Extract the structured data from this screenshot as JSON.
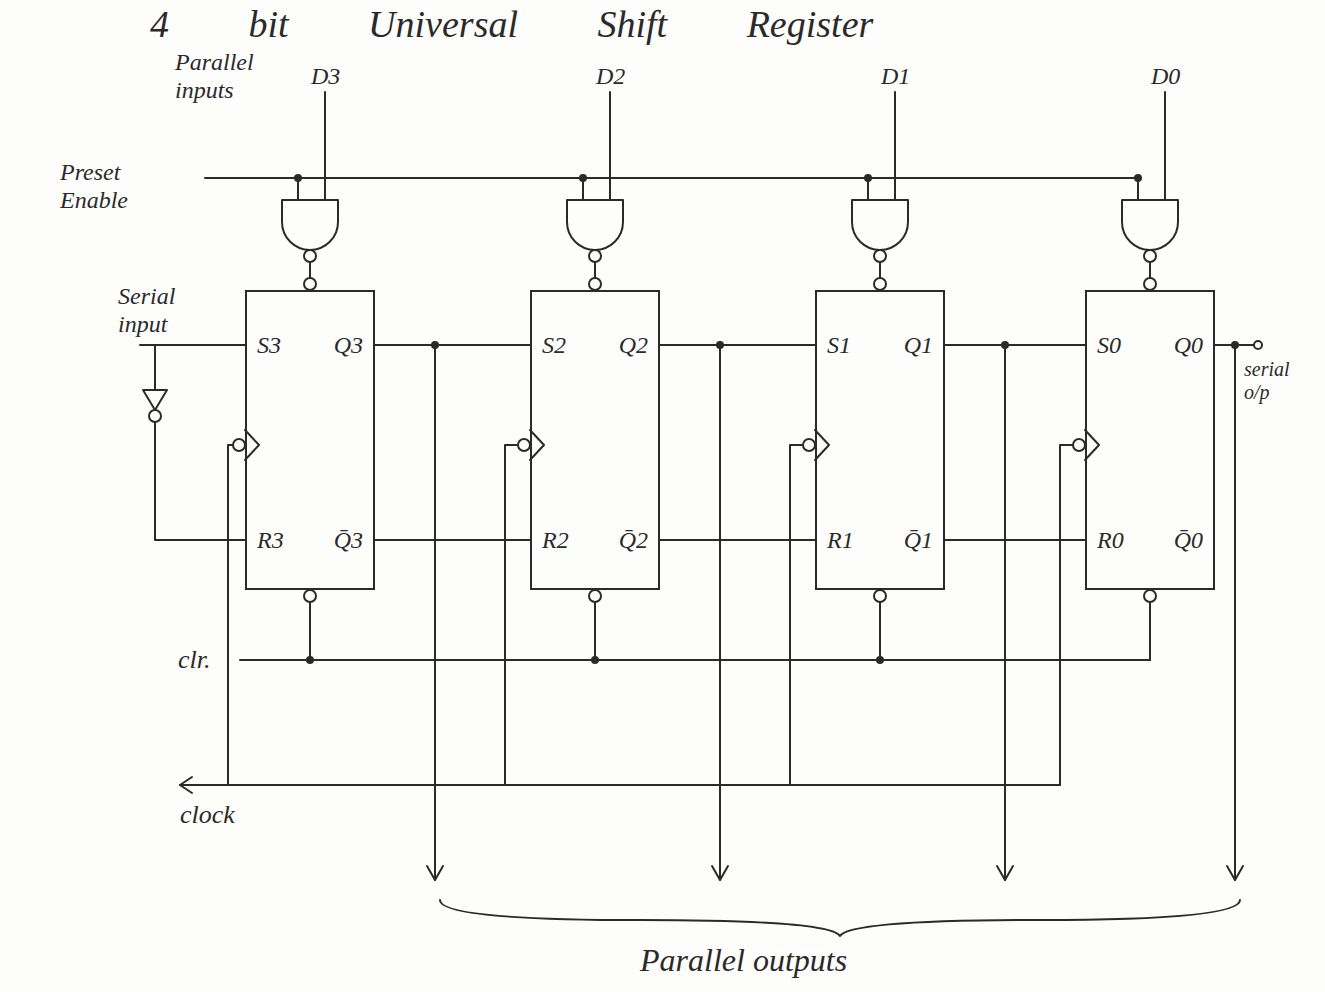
{
  "diagram": {
    "title": "4 bit Universal Shift Register",
    "nodes": [
      {
        "text": [
          "S3",
          "Q3",
          "R3",
          "Q̄3"
        ]
      },
      {
        "text": [
          "S2",
          "Q2",
          "R2",
          "Q̄2"
        ]
      },
      {
        "text": [
          "S1",
          "Q1",
          "R1",
          "Q̄1"
        ]
      },
      {
        "text": [
          "S0",
          "Q0",
          "R0",
          "Q̄0"
        ]
      }
    ],
    "edges": [
      {
        "from": 0,
        "to": 1,
        "arrow": "none"
      },
      {
        "from": 0,
        "to": 1,
        "arrow": "none"
      },
      {
        "from": 1,
        "to": 2,
        "arrow": "none"
      },
      {
        "from": 1,
        "to": 2,
        "arrow": "none"
      },
      {
        "from": 2,
        "to": 3,
        "arrow": "none"
      },
      {
        "from": 2,
        "to": 3,
        "arrow": "none"
      }
    ],
    "labels": [
      "Parallel inputs",
      "D3",
      "D2",
      "D1",
      "D0",
      "Preset Enable",
      "Serial input",
      "clr.",
      "clock",
      "serial o/p",
      "Parallel outputs"
    ]
  }
}
